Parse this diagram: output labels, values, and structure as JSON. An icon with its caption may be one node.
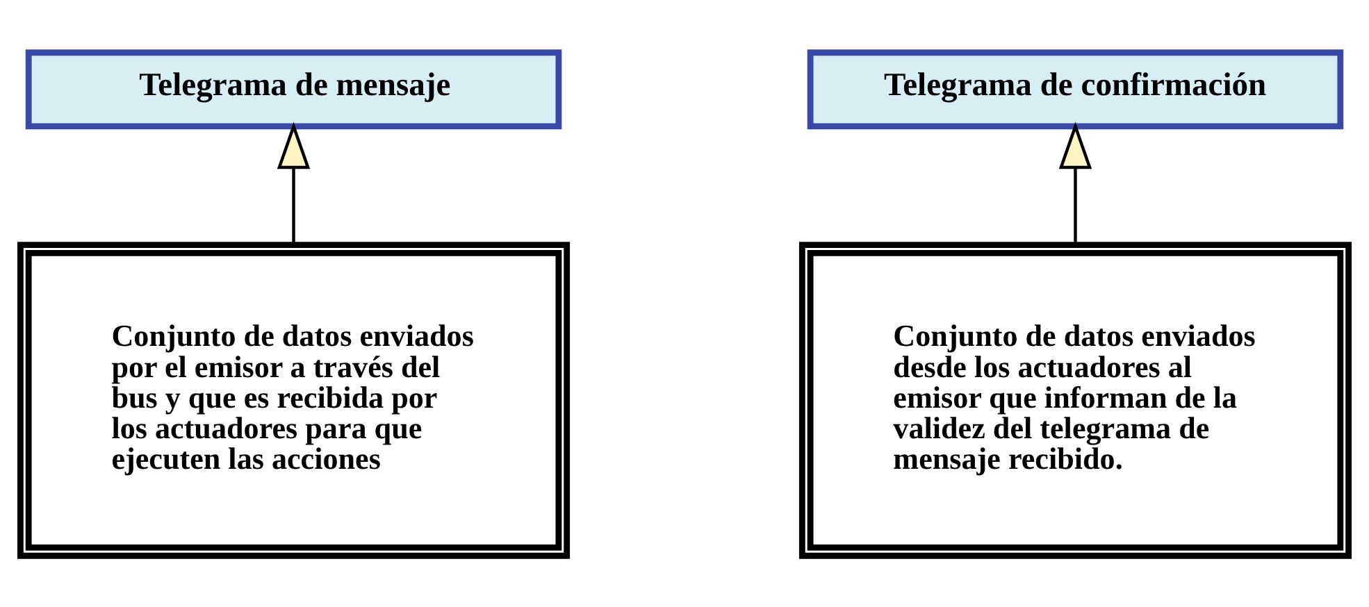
{
  "diagram": {
    "nodes": [
      {
        "text": [
          "Telegrama de mensaje"
        ]
      },
      {
        "text": [
          "Conjunto de datos enviados por el emisor a través del bus y que es recibida por los actuadores para que ejecuten las acciones"
        ]
      },
      {
        "text": [
          "Telegrama de confirmación"
        ]
      },
      {
        "text": [
          "Conjunto de datos enviados desde los actuadores al emisor que informan de la validez del telegrama de mensaje recibido."
        ]
      }
    ],
    "edges": [
      {
        "from": 1,
        "to": 0,
        "arrow": "to"
      },
      {
        "from": 3,
        "to": 2,
        "arrow": "to"
      }
    ]
  }
}
